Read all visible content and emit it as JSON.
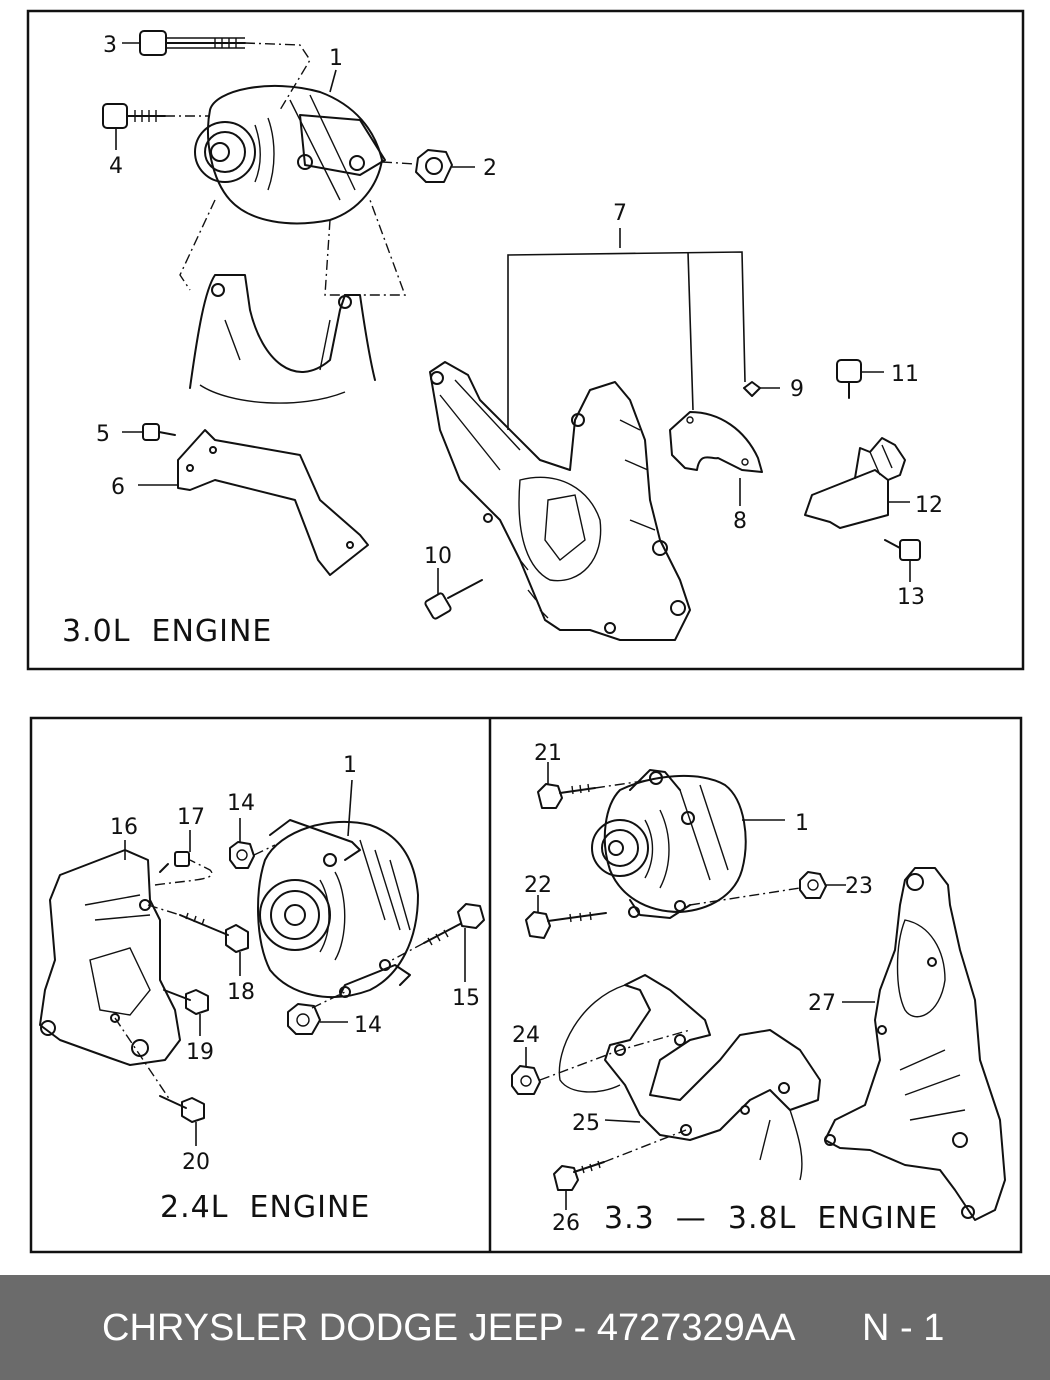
{
  "panels": {
    "top": {
      "caption": "3.0L  ENGINE"
    },
    "bottom_left": {
      "caption": "2.4L  ENGINE"
    },
    "bottom_right": {
      "caption": "3.3  —  3.8L  ENGINE"
    }
  },
  "callouts": {
    "top": [
      "1",
      "2",
      "3",
      "4",
      "5",
      "6",
      "7",
      "8",
      "9",
      "10",
      "11",
      "12",
      "13"
    ],
    "bottom_left": [
      "1",
      "14",
      "14",
      "15",
      "16",
      "17",
      "18",
      "19",
      "20"
    ],
    "bottom_right": [
      "1",
      "21",
      "22",
      "23",
      "24",
      "25",
      "26",
      "27"
    ]
  },
  "footer": {
    "brand_part": "CHRYSLER DODGE JEEP - 4727329AA",
    "page": "N - 1"
  }
}
